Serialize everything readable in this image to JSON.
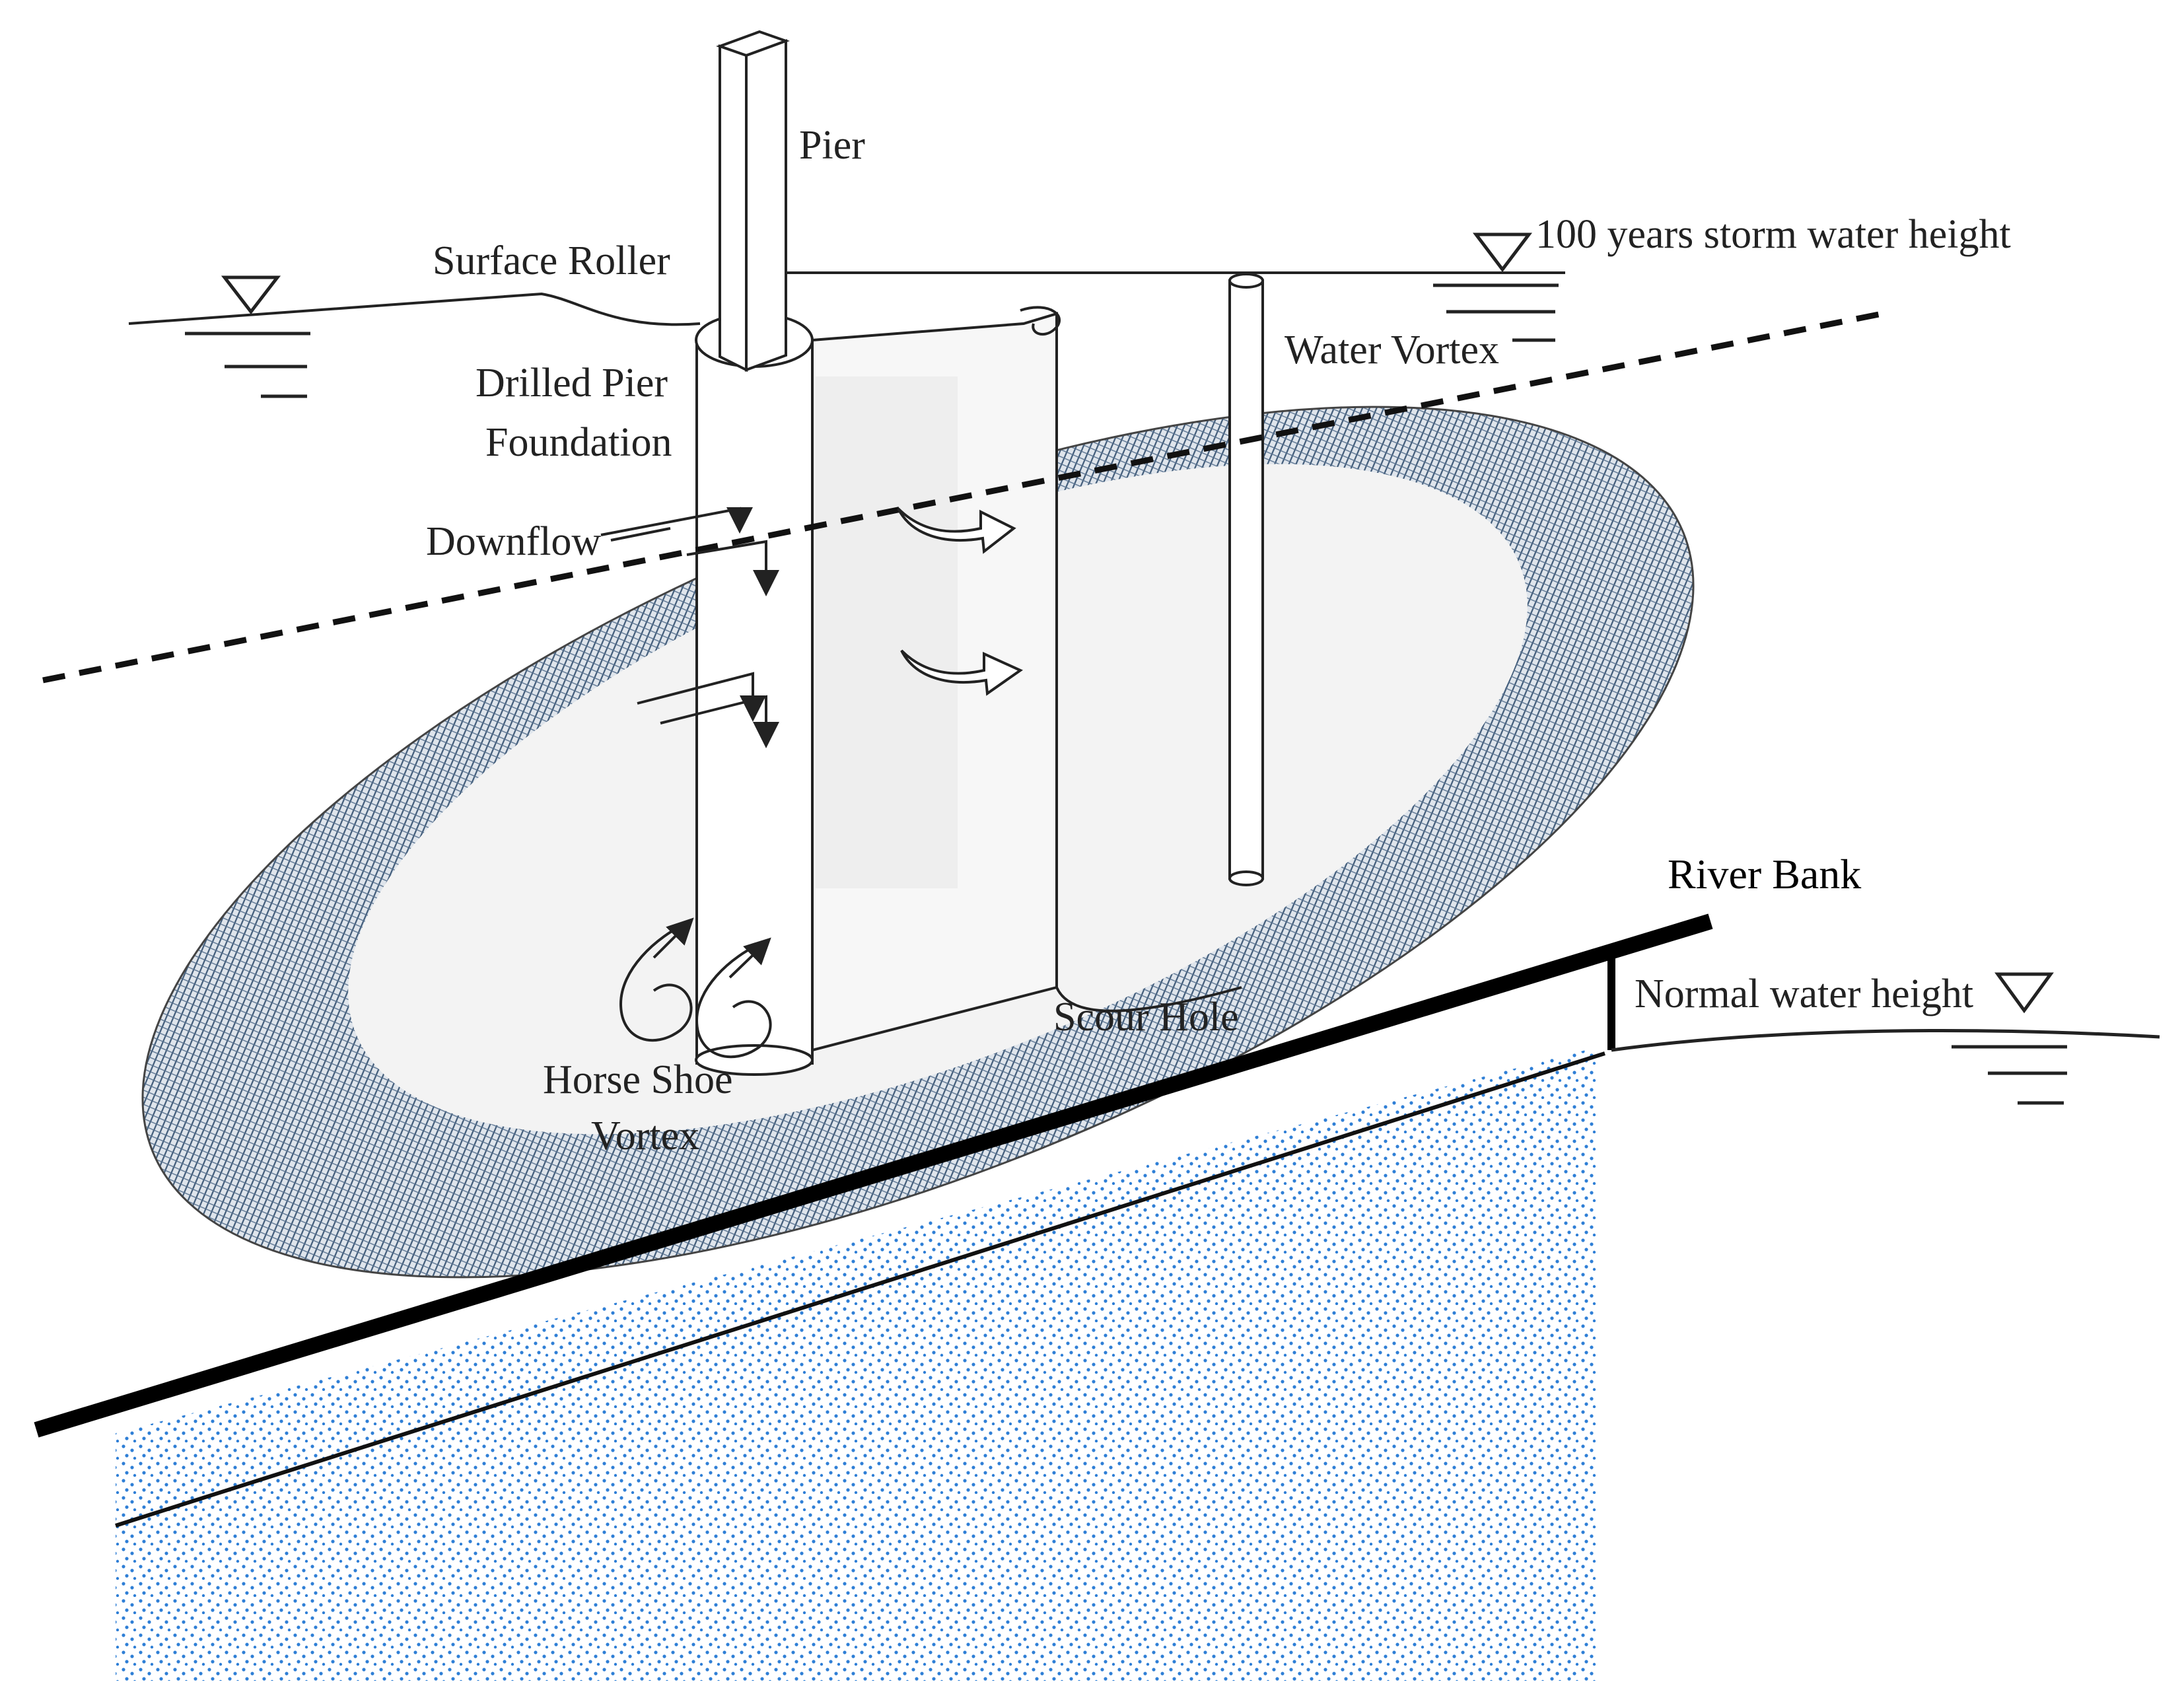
{
  "labels": {
    "pier": "Pier",
    "surface_roller": "Surface Roller",
    "storm_water": "100 years storm water height",
    "drilled_pier_line1": "Drilled Pier",
    "drilled_pier_line2": "Foundation",
    "water_vortex": "Water Vortex",
    "downflow": "Downflow",
    "river_bank": "River Bank",
    "normal_water": "Normal water height",
    "scour_hole": "Scour Hole",
    "horse_shoe_line1": "Horse Shoe",
    "horse_shoe_line2": "Vortex"
  },
  "colors": {
    "scour_hatch": "#3f5a78",
    "soil_dots": "#2f7fd6",
    "line": "#222222",
    "bank_line": "#000000"
  }
}
